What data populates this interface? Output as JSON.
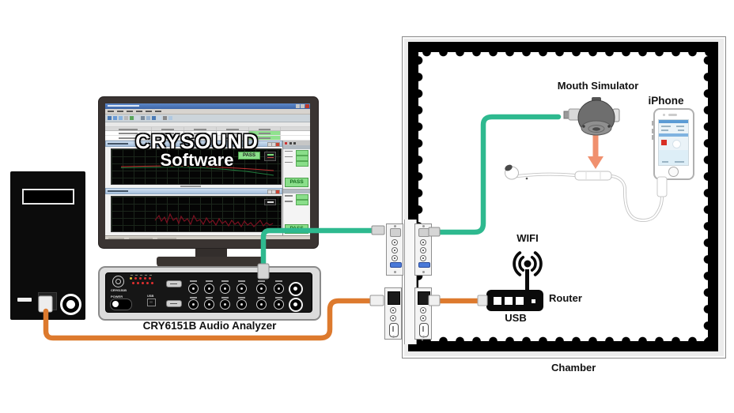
{
  "labels": {
    "mouth_simulator": "Mouth Simulator",
    "iphone": "iPhone",
    "wifi": "WIFI",
    "router": "Router",
    "usb": "USB",
    "chamber": "Chamber",
    "analyzer": "CRY6151B Audio Analyzer"
  },
  "software": {
    "overlay_line1": "CRYSOUND",
    "overlay_line2": "Software",
    "chart1_pass_badge": "PASS",
    "sidebar_sections": [
      {
        "pass": "PASS"
      },
      {
        "pass": "PASS"
      }
    ]
  },
  "analyzer_panel": {
    "brand": "CRY6151B",
    "power": "POWER",
    "usb": "USB"
  },
  "colors": {
    "green_cable": "#2eb98f",
    "orange_cable": "#dd7a2e",
    "arrow_orange": "#f0906e",
    "pass_green": "#8ade8a",
    "titlebar_blue": "#4d7cc0",
    "dsub_blue": "#4a79d8",
    "chamber_border": "#000000"
  }
}
